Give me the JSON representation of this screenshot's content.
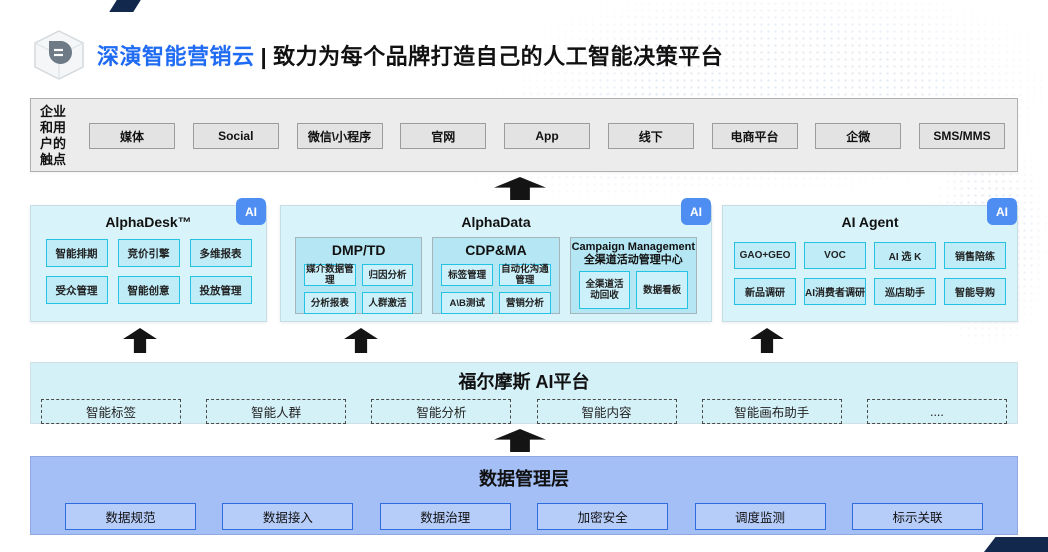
{
  "header": {
    "brand": "深演智能营销云",
    "separator": "|",
    "tagline": "致力为每个品牌打造自己的人工智能决策平台"
  },
  "touchpoints": {
    "label_lines": [
      "企业",
      "和用",
      "户的",
      "触点"
    ],
    "items": [
      "媒体",
      "Social",
      "微信\\小程序",
      "官网",
      "App",
      "线下",
      "电商平台",
      "企微",
      "SMS/MMS"
    ]
  },
  "panels": {
    "alphadesk": {
      "title": "AlphaDesk™",
      "badge": "AI",
      "cells": [
        "智能排期",
        "竞价引擎",
        "多维报表",
        "受众管理",
        "智能创意",
        "投放管理"
      ]
    },
    "alphadata": {
      "title": "AlphaData",
      "badge": "AI",
      "groups": [
        {
          "title": "DMP/TD",
          "cells": [
            "媒介数据管理",
            "归因分析",
            "分析报表",
            "人群激活"
          ]
        },
        {
          "title": "CDP&MA",
          "cells": [
            "标签管理",
            "自动化沟通管理",
            "A\\B测试",
            "营销分析"
          ]
        },
        {
          "title": "Campaign Management",
          "title2": "全渠道活动管理中心",
          "cells": [
            "全渠道活动回收",
            "数据看板"
          ]
        }
      ]
    },
    "aiagent": {
      "title": "AI Agent",
      "badge": "AI",
      "cells": [
        "GAO+GEO",
        "VOC",
        "AI 选 K",
        "销售陪练",
        "新品调研",
        "AI消费者调研",
        "巡店助手",
        "智能导购"
      ]
    }
  },
  "ai_platform": {
    "title": "福尔摩斯 AI平台",
    "items": [
      "智能标签",
      "智能人群",
      "智能分析",
      "智能内容",
      "智能画布助手",
      "...."
    ]
  },
  "data_layer": {
    "title": "数据管理层",
    "items": [
      "数据规范",
      "数据接入",
      "数据治理",
      "加密安全",
      "调度监测",
      "标示关联"
    ]
  },
  "icons": {
    "logo": "cube-with-speech-bubble-logo",
    "arrows": "up-arrow"
  },
  "colors": {
    "brand_blue": "#1f6bf3",
    "ai_badge_blue": "#4e8ef2",
    "panel_cyan": "#d8f3f9",
    "cell_cyan_border": "#25c3e3",
    "platform_band_cyan": "#d5f1f8",
    "data_layer_blue": "#a3bff5",
    "data_box_border": "#2f6ce0",
    "touch_row_gray": "#ececec",
    "arrow_black": "#141414",
    "corner_navy": "#12294d"
  }
}
